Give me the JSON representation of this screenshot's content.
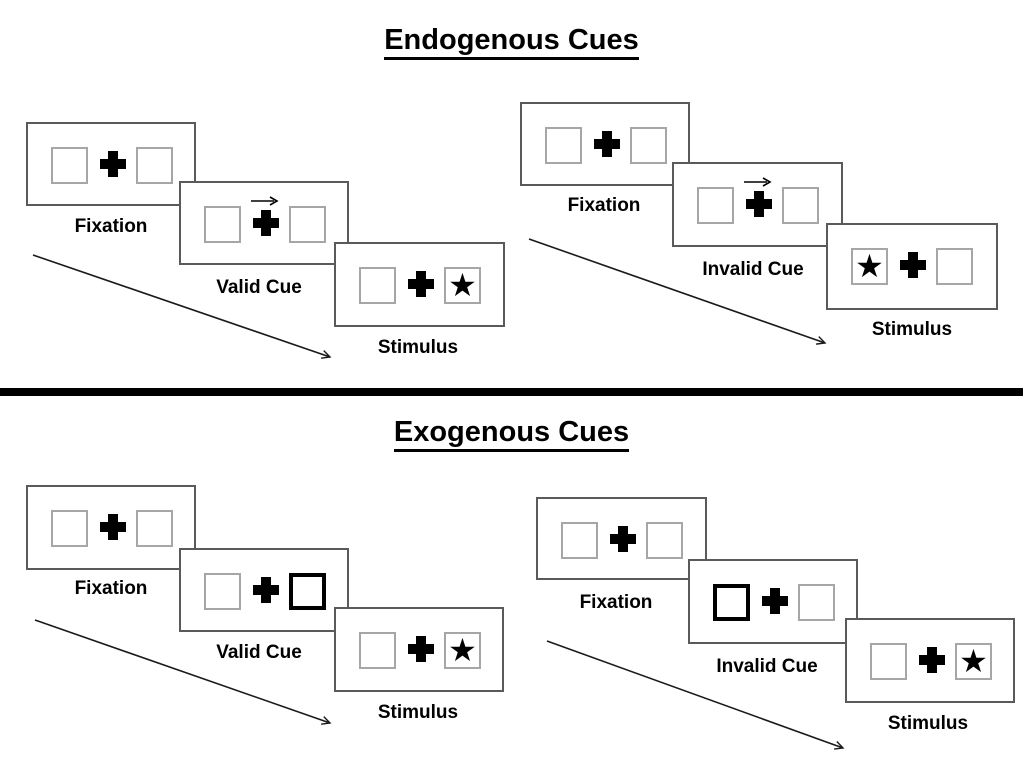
{
  "icons": {
    "star": "★"
  },
  "colors": {
    "background": "#ffffff",
    "text": "#000000",
    "panel_border": "#5a5a5a",
    "square_border": "#a6a6a6",
    "cue_highlight_border": "#000000",
    "divider": "#000000"
  },
  "diagram": {
    "endogenous": {
      "title": "Endogenous Cues",
      "valid": {
        "fixation_label": "Fixation",
        "cue_label": "Valid Cue",
        "stimulus_label": "Stimulus",
        "cue_type": "central arrow pointing right",
        "target_side": "right"
      },
      "invalid": {
        "fixation_label": "Fixation",
        "cue_label": "Invalid Cue",
        "stimulus_label": "Stimulus",
        "cue_type": "central arrow pointing right",
        "target_side": "left"
      }
    },
    "exogenous": {
      "title": "Exogenous Cues",
      "valid": {
        "fixation_label": "Fixation",
        "cue_label": "Valid Cue",
        "stimulus_label": "Stimulus",
        "cue_type": "peripheral box highlight on right",
        "target_side": "right"
      },
      "invalid": {
        "fixation_label": "Fixation",
        "cue_label": "Invalid Cue",
        "stimulus_label": "Stimulus",
        "cue_type": "peripheral box highlight on left",
        "target_side": "right"
      }
    }
  }
}
